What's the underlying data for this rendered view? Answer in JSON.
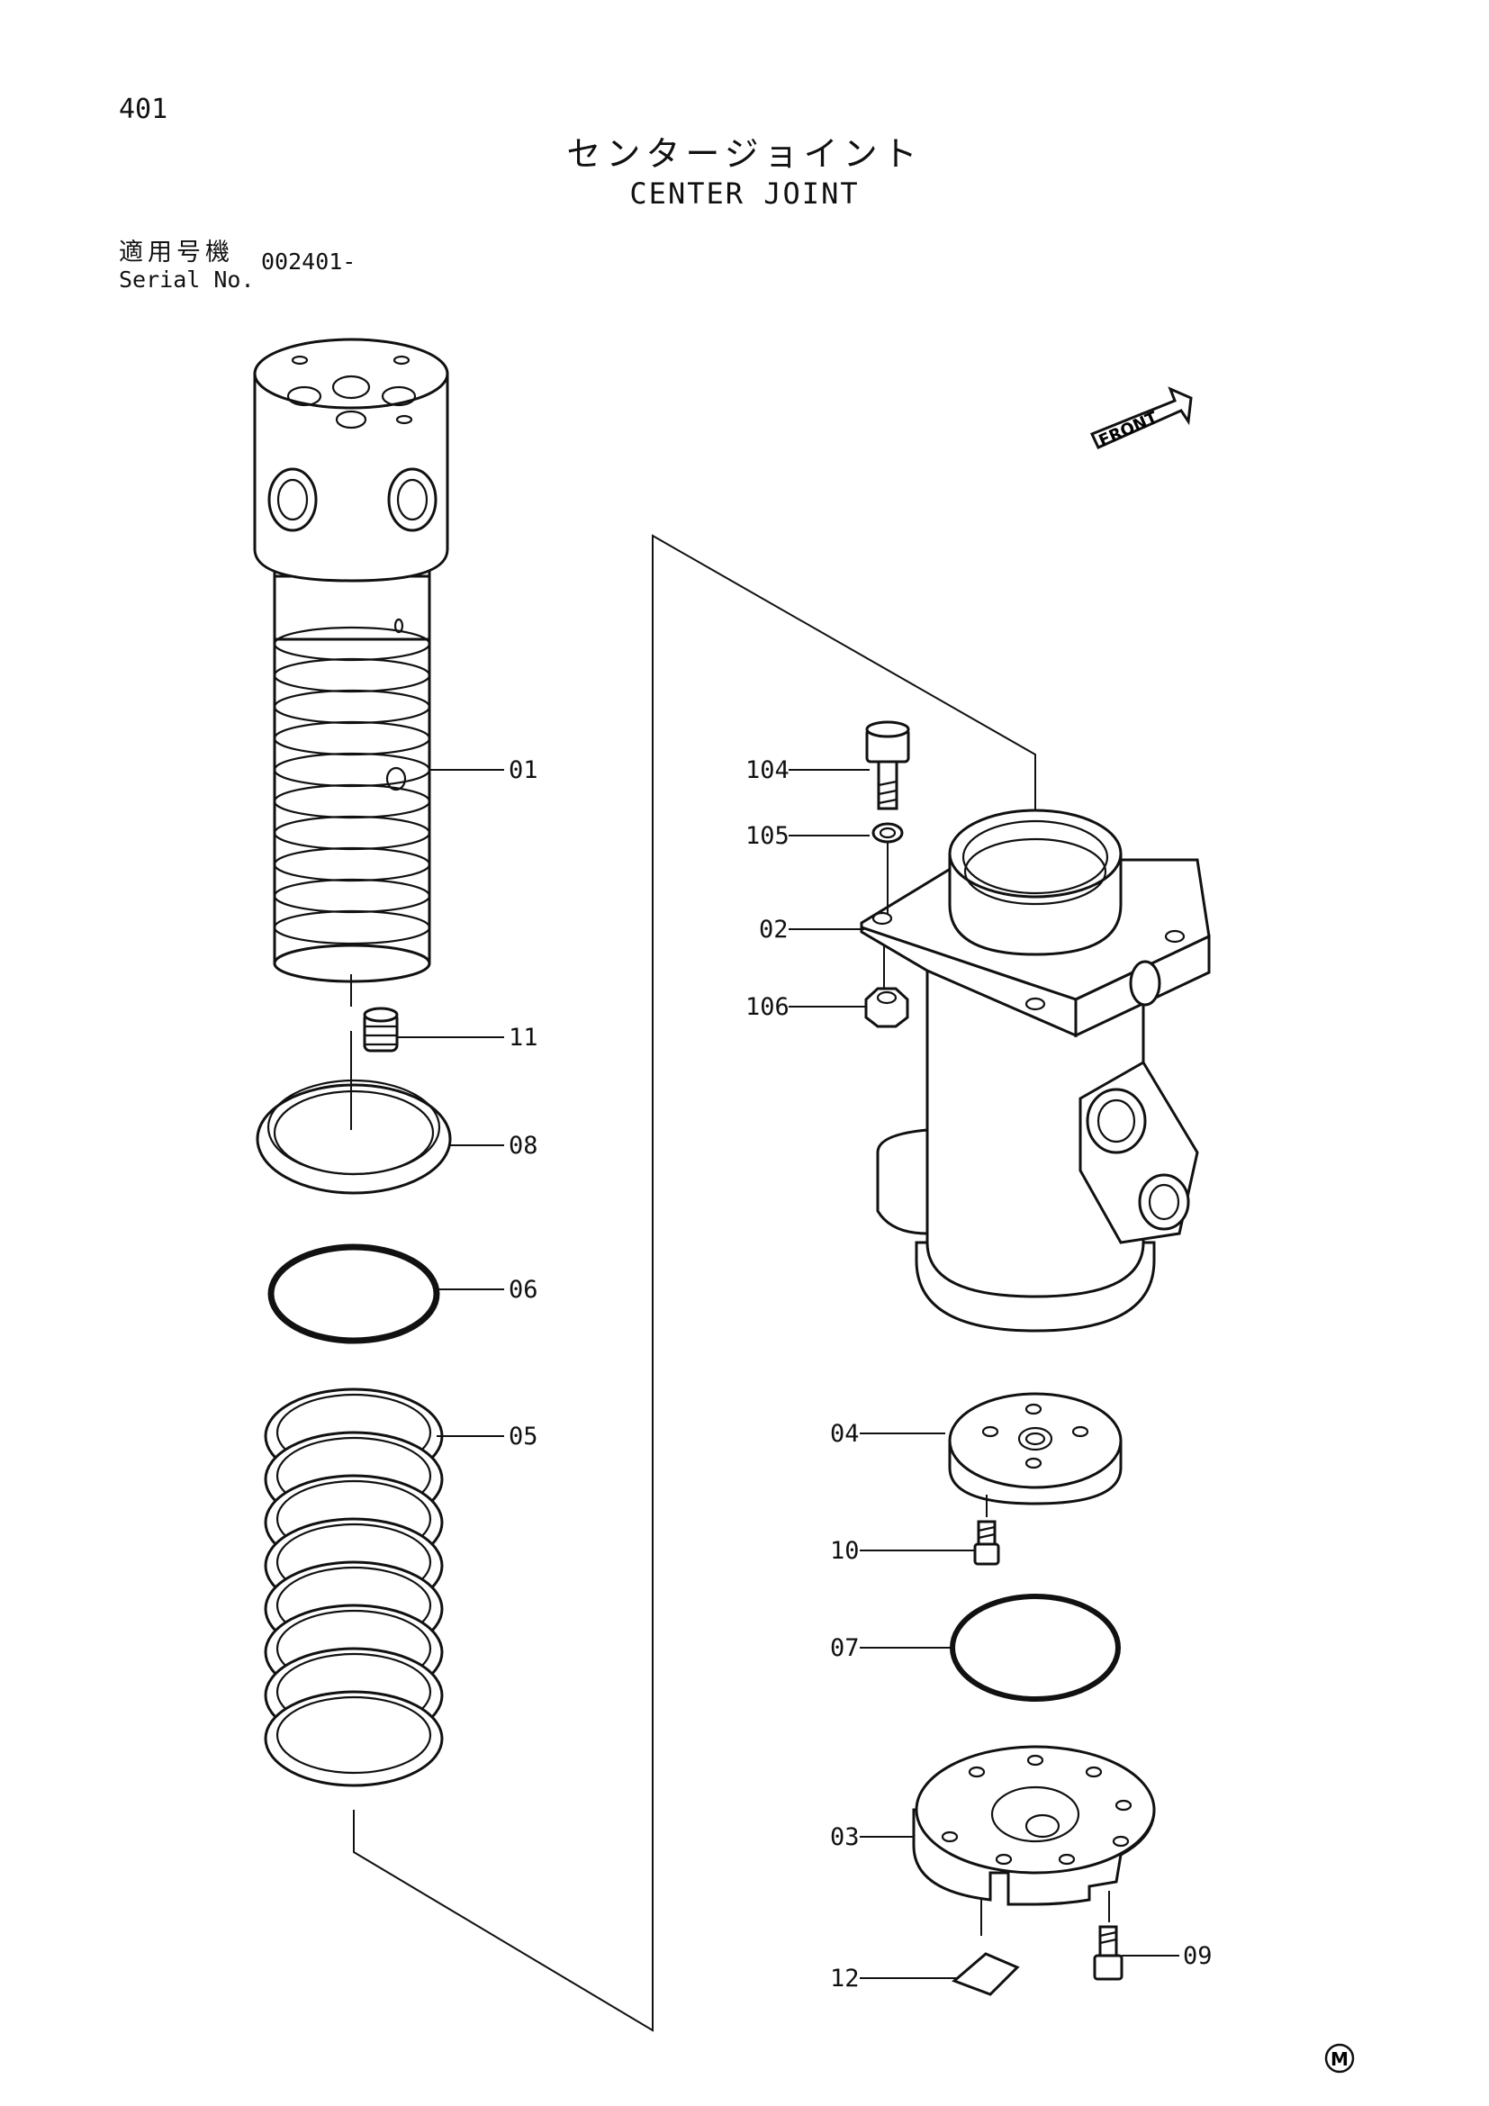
{
  "header": {
    "page_number": "401",
    "title_jp": "センタージョイント",
    "title_en": "CENTER JOINT",
    "serial_label_jp": "適用号機",
    "serial_label_en": "Serial No.",
    "serial_value": "002401-"
  },
  "front_indicator": "FRONT",
  "callouts": {
    "c01": "01",
    "c11": "11",
    "c08": "08",
    "c06": "06",
    "c05": "05",
    "c104": "104",
    "c105": "105",
    "c02": "02",
    "c106": "106",
    "c04": "04",
    "c10": "10",
    "c07": "07",
    "c03": "03",
    "c12": "12",
    "c09": "09"
  },
  "footer_mark": "M"
}
